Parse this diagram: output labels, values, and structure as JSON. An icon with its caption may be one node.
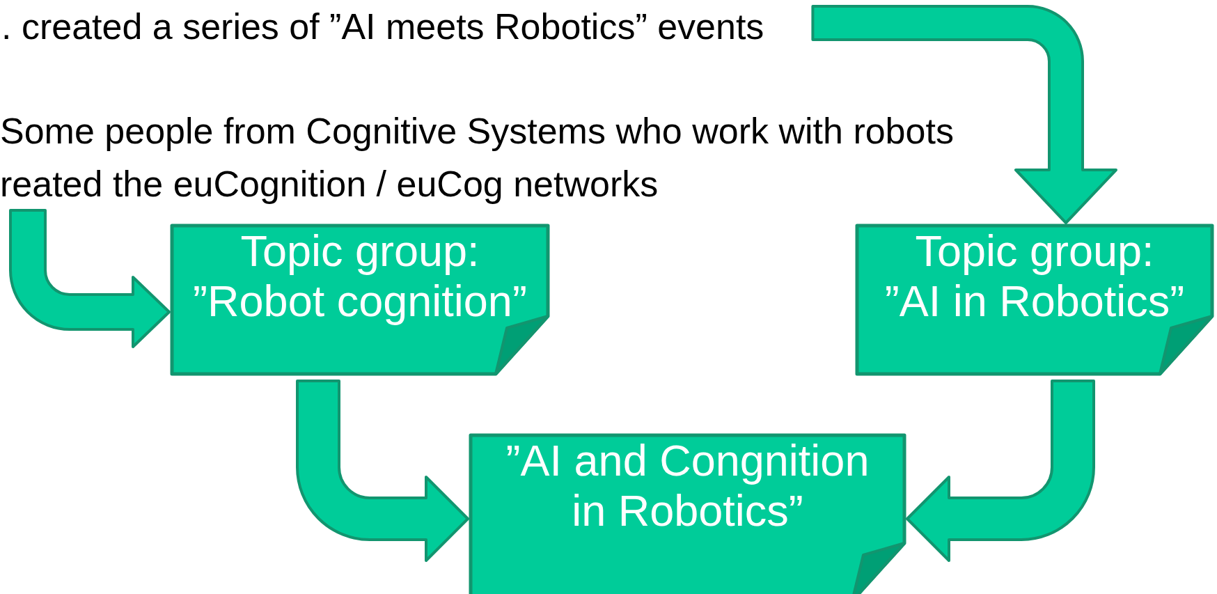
{
  "diagram": {
    "nodes": [
      {
        "text": [
          ". created a series of ”AI meets Robotics” events"
        ]
      },
      {
        "text": [
          "Some people from Cognitive Systems who work with robots",
          "reated the euCognition / euCog networks"
        ]
      },
      {
        "text": [
          "Topic group:",
          "”Robot cognition”"
        ]
      },
      {
        "text": [
          "Topic group:",
          "”AI in Robotics”"
        ]
      },
      {
        "text": [
          "”AI and Congnition in Robotics”"
        ]
      }
    ],
    "edges": [
      {
        "from": 1,
        "to": 2,
        "arrow": "to"
      },
      {
        "from": 0,
        "to": 3,
        "arrow": "to"
      },
      {
        "from": 2,
        "to": 4,
        "arrow": "to"
      },
      {
        "from": 3,
        "to": 4,
        "arrow": "to"
      }
    ]
  }
}
